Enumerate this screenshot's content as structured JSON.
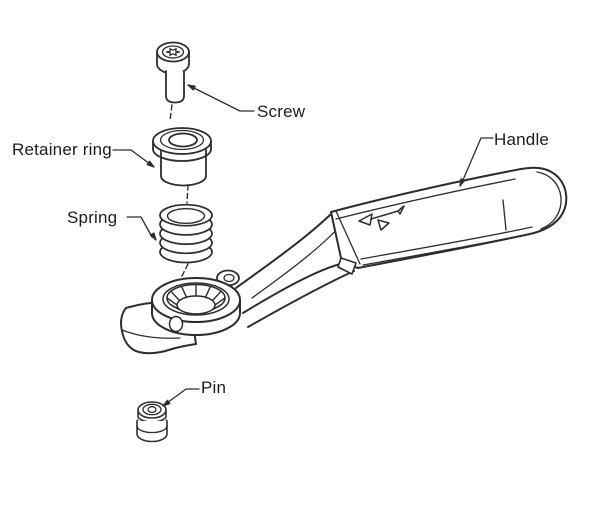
{
  "figure": {
    "type": "exploded-assembly-diagram",
    "background_color": "#ffffff",
    "line_color": "#2d2d2d",
    "text_color": "#1c1c1c",
    "labels": {
      "screw": "Screw",
      "retainer_ring": "Retainer ring",
      "spring": "Spring",
      "handle": "Handle",
      "pin": "Pin"
    }
  }
}
